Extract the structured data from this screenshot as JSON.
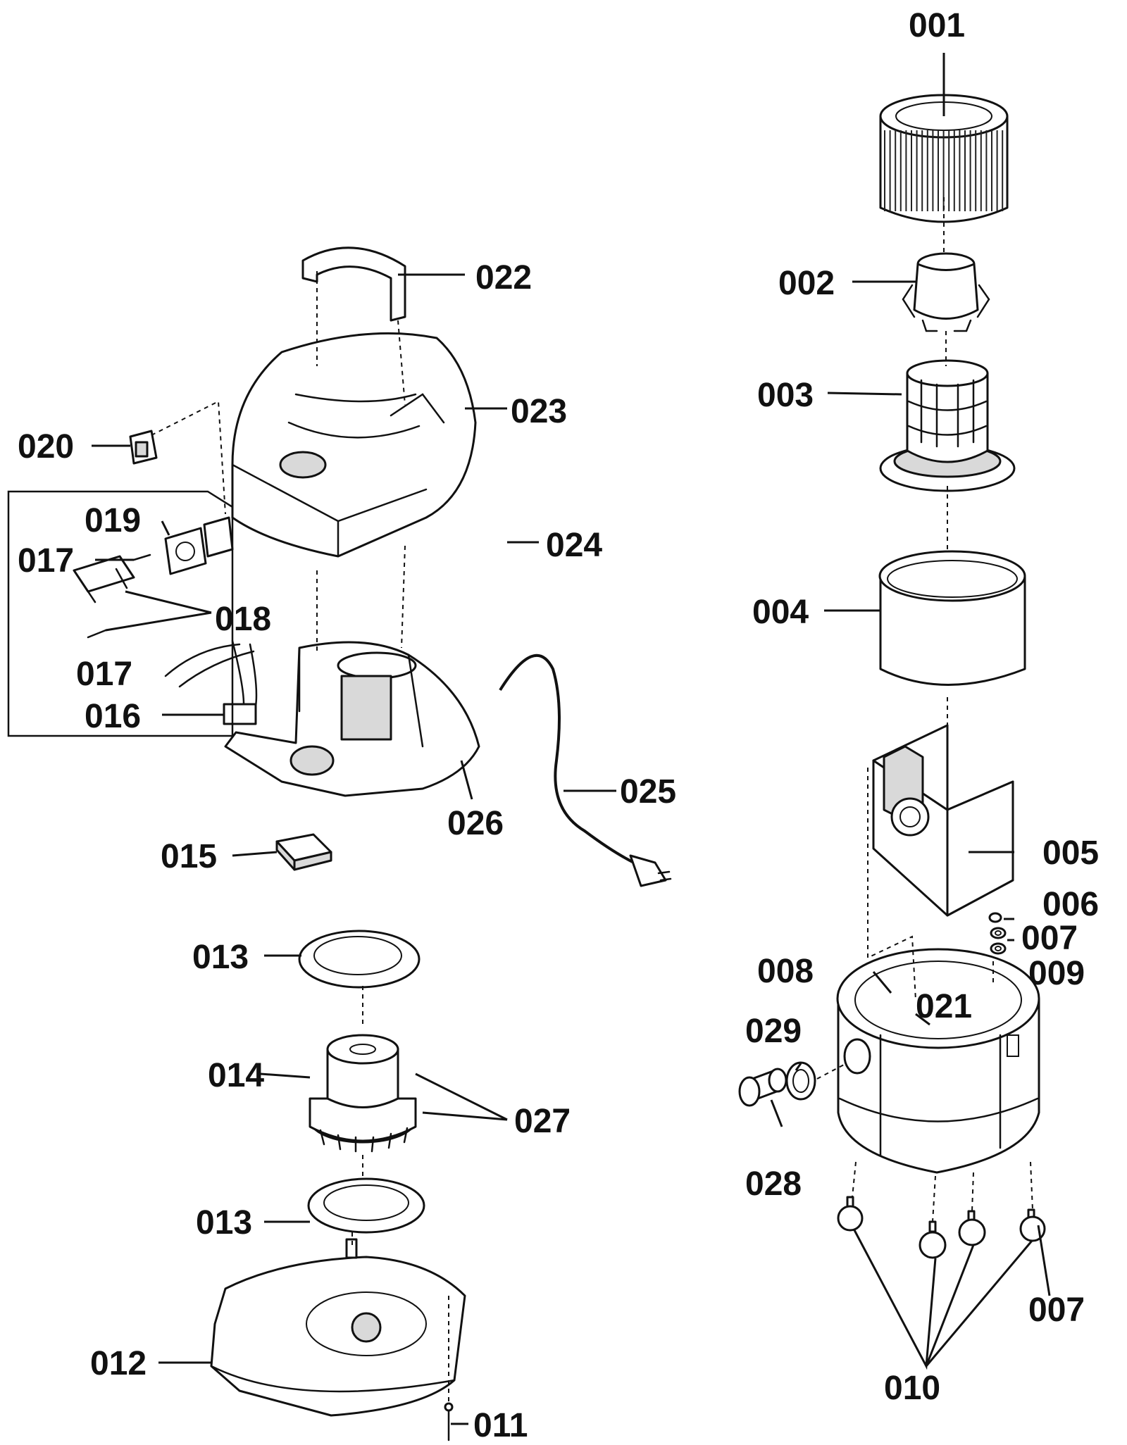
{
  "parts": {
    "p001": "001",
    "p002": "002",
    "p003": "003",
    "p004": "004",
    "p005": "005",
    "p006": "006",
    "p007a": "007",
    "p007b": "007",
    "p008": "008",
    "p009": "009",
    "p010": "010",
    "p011": "011",
    "p012": "012",
    "p013a": "013",
    "p013b": "013",
    "p014": "014",
    "p015": "015",
    "p016": "016",
    "p017a": "017",
    "p017b": "017",
    "p018": "018",
    "p019": "019",
    "p020": "020",
    "p021": "021",
    "p022": "022",
    "p023": "023",
    "p024": "024",
    "p025": "025",
    "p026": "026",
    "p027": "027",
    "p028": "028",
    "p029": "029"
  },
  "colors": {
    "ink": "#111111",
    "paper": "#ffffff",
    "shade": "#d9d9d9"
  }
}
